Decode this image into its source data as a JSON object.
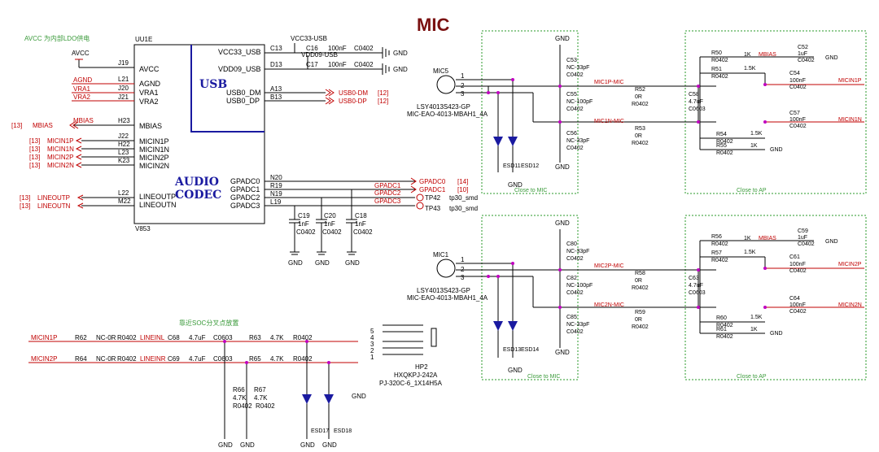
{
  "title": "MIC",
  "avcc_note": "AVCC 为内部LDO供电",
  "near_soc_note": "靠近SOC分叉点放置",
  "chip": {
    "ref": "UU1E",
    "part": "V853",
    "block1": "USB",
    "block2a": "AUDIO",
    "block2b": "CODEC"
  },
  "left_pins": [
    {
      "net": "AVCC",
      "pin": "J19",
      "name": "AVCC"
    },
    {
      "net": "AGND",
      "pin": "L21",
      "name": "AGND"
    },
    {
      "net": "VRA1",
      "pin": "J20",
      "name": "VRA1"
    },
    {
      "net": "VRA2",
      "pin": "J21",
      "name": "VRA2"
    },
    {
      "net": "MBIAS",
      "pin": "H23",
      "name": "MBIAS",
      "ref": "[13]"
    },
    {
      "net": "MICIN1P",
      "pin": "J22",
      "name": "MICIN1P",
      "ref": "[13]"
    },
    {
      "net": "MICIN1N",
      "pin": "H22",
      "name": "MICIN1N",
      "ref": "[13]"
    },
    {
      "net": "MICIN2P",
      "pin": "L23",
      "name": "MICIN2P",
      "ref": "[13]"
    },
    {
      "net": "MICIN2N",
      "pin": "K23",
      "name": "MICIN2N",
      "ref": "[13]"
    },
    {
      "net": "LINEOUTP",
      "pin": "L22",
      "name": "LINEOUTP",
      "ref": "[13]"
    },
    {
      "net": "LINEOUTN",
      "pin": "M22",
      "name": "LINEOUTN",
      "ref": "[13]"
    }
  ],
  "right_pins": [
    {
      "name": "VCC33_USB",
      "pin": "C13"
    },
    {
      "name": "VDD09_USB",
      "pin": "D13"
    },
    {
      "name": "USB0_DM",
      "pin": "A13",
      "net": "USB0-DM",
      "ref": "[12]"
    },
    {
      "name": "USB0_DP",
      "pin": "B13",
      "net": "USB0-DP",
      "ref": "[12]"
    },
    {
      "name": "GPADC0",
      "pin": "N20",
      "net": "GPADC0",
      "ref": "[14]"
    },
    {
      "name": "GPADC1",
      "pin": "R19",
      "net": "GPADC1",
      "ref": "[10]"
    },
    {
      "name": "GPADC2",
      "pin": "N19",
      "net": "GPADC2"
    },
    {
      "name": "GPADC3",
      "pin": "L19",
      "net": "GPADC3"
    }
  ],
  "usb_caps": {
    "vcc33": "VCC33-USB",
    "vdd09": "VDD09-USB",
    "c16": "C16",
    "c17": "C17",
    "val": "100nF",
    "pkg": "C0402"
  },
  "adc_caps": [
    {
      "ref": "C19",
      "val": "1nF",
      "pkg": "C0402"
    },
    {
      "ref": "C20",
      "val": "1nF",
      "pkg": "C0402"
    },
    {
      "ref": "C18",
      "val": "1nF",
      "pkg": "C0402"
    }
  ],
  "testpoints": [
    {
      "ref": "TP42",
      "type": "tp30_smd"
    },
    {
      "ref": "TP43",
      "type": "tp30_smd"
    }
  ],
  "gnd": "GND",
  "avcc": "AVCC",
  "mic1": {
    "ref": "MIC5",
    "part": "LSY4013S423-GP",
    "pkg": "MIC-EAO-4013-MBAH1_4A",
    "netP": "MIC1P-MIC",
    "netN": "MIC1N-MIC",
    "caps": [
      {
        "ref": "C53",
        "val": "NC-33pF",
        "pkg": "C0402"
      },
      {
        "ref": "C55",
        "val": "NC-100pF",
        "pkg": "C0402"
      },
      {
        "ref": "C56",
        "val": "NC-33pF",
        "pkg": "C0402"
      }
    ],
    "esd": [
      "ESD11",
      "ESD12"
    ],
    "r_series": [
      {
        "ref": "R52",
        "val": "0R",
        "pkg": "R0402"
      },
      {
        "ref": "R53",
        "val": "0R",
        "pkg": "R0402"
      }
    ],
    "c58": {
      "ref": "C58",
      "val": "4.7uF",
      "pkg": "C0603"
    },
    "bias": [
      {
        "ref": "R50",
        "val": "1K",
        "pkg": "R0402"
      },
      {
        "ref": "R51",
        "val": "1.5K",
        "pkg": "R0402"
      },
      {
        "ref": "R54",
        "val": "1.5K",
        "pkg": "R0402"
      },
      {
        "ref": "R55",
        "val": "1K",
        "pkg": "R0402"
      }
    ],
    "c52": {
      "ref": "C52",
      "val": "1uF",
      "pkg": "C0402"
    },
    "c54": {
      "ref": "C54",
      "val": "100nF",
      "pkg": "C0402",
      "net": "MICIN1P"
    },
    "c57": {
      "ref": "C57",
      "val": "100nF",
      "pkg": "C0402",
      "net": "MICIN1N"
    }
  },
  "mic2": {
    "ref": "MIC1",
    "part": "LSY4013S423-GP",
    "pkg": "MIC-EAO-4013-MBAH1_4A",
    "netP": "MIC2P-MIC",
    "netN": "MIC2N-MIC",
    "caps": [
      {
        "ref": "C80",
        "val": "NC-33pF",
        "pkg": "C0402"
      },
      {
        "ref": "C82",
        "val": "NC-100pF",
        "pkg": "C0402"
      },
      {
        "ref": "C85",
        "val": "NC-33pF",
        "pkg": "C0402"
      }
    ],
    "esd": [
      "ESD13",
      "ESD14"
    ],
    "r_series": [
      {
        "ref": "R58",
        "val": "0R",
        "pkg": "R0402"
      },
      {
        "ref": "R59",
        "val": "0R",
        "pkg": "R0402"
      }
    ],
    "c63": {
      "ref": "C63",
      "val": "4.7uF",
      "pkg": "C0603"
    },
    "bias": [
      {
        "ref": "R56",
        "val": "1K",
        "pkg": "R0402"
      },
      {
        "ref": "R57",
        "val": "1.5K",
        "pkg": "R0402"
      },
      {
        "ref": "R60",
        "val": "1.5K",
        "pkg": "R0402"
      },
      {
        "ref": "R61",
        "val": "1K",
        "pkg": "R0402"
      }
    ],
    "c59": {
      "ref": "C59",
      "val": "1uF",
      "pkg": "C0402"
    },
    "c61": {
      "ref": "C61",
      "val": "100nF",
      "pkg": "C0402",
      "net": "MICIN2P"
    },
    "c64": {
      "ref": "C64",
      "val": "100nF",
      "pkg": "C0402",
      "net": "MICIN2N"
    }
  },
  "close_to_mic": "Close to MIC",
  "close_to_ap": "Close to AP",
  "mbias": "MBIAS",
  "lineout": {
    "r62": {
      "ref": "R62",
      "val": "NC-0R",
      "pkg": "R0402",
      "net": "MICIN1P",
      "lbl": "LINEINL"
    },
    "c68": {
      "ref": "C68",
      "val": "4.7uF",
      "pkg": "C0603"
    },
    "r63": {
      "ref": "R63",
      "val": "4.7K",
      "pkg": "R0402"
    },
    "r64": {
      "ref": "R64",
      "val": "NC-0R",
      "pkg": "R0402",
      "net": "MICIN2P",
      "lbl": "LINEINR"
    },
    "c69": {
      "ref": "C69",
      "val": "4.7uF",
      "pkg": "C0603"
    },
    "r65": {
      "ref": "R65",
      "val": "4.7K",
      "pkg": "R0402"
    },
    "r66": {
      "ref": "R66",
      "val": "4.7K",
      "pkg": "R0402"
    },
    "r67": {
      "ref": "R67",
      "val": "4.7K",
      "pkg": "R0402"
    },
    "esd": [
      "ESD17",
      "ESD18"
    ],
    "jack": {
      "ref": "HP2",
      "part": "HXQKPJ-242A",
      "pkg": "PJ-320C-6_1X14H5A"
    }
  }
}
